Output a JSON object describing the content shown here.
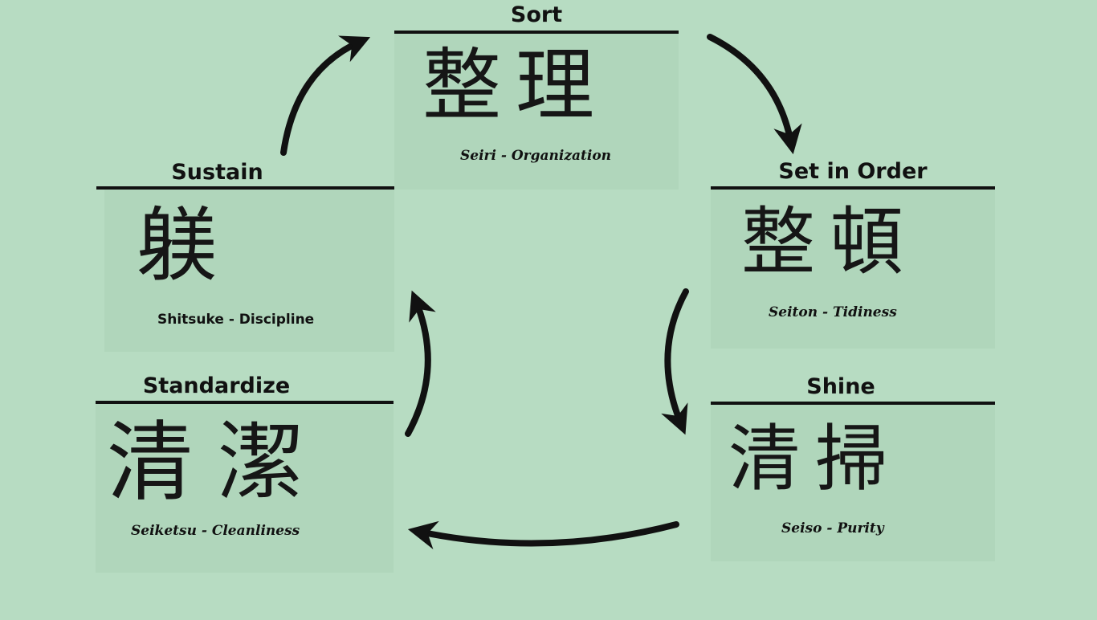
{
  "steps": {
    "sort": {
      "title": "Sort",
      "kanji": "整理",
      "caption": "Seiri  -  Organization"
    },
    "set_in_order": {
      "title": "Set in Order",
      "kanji": "整頓",
      "caption": "Seiton  -  Tidiness"
    },
    "shine": {
      "title": "Shine",
      "kanji": "清掃",
      "caption": "Seiso  -  Purity"
    },
    "standardize": {
      "title": "Standardize",
      "kanji": "清潔",
      "caption": "Seiketsu  -  Cleanliness"
    },
    "sustain": {
      "title": "Sustain",
      "kanji": "躾",
      "caption": "Shitsuke  -  Discipline"
    }
  },
  "colors": {
    "background": "#b7dcc2",
    "panel": "#b0d6bb",
    "ink": "#111111"
  }
}
